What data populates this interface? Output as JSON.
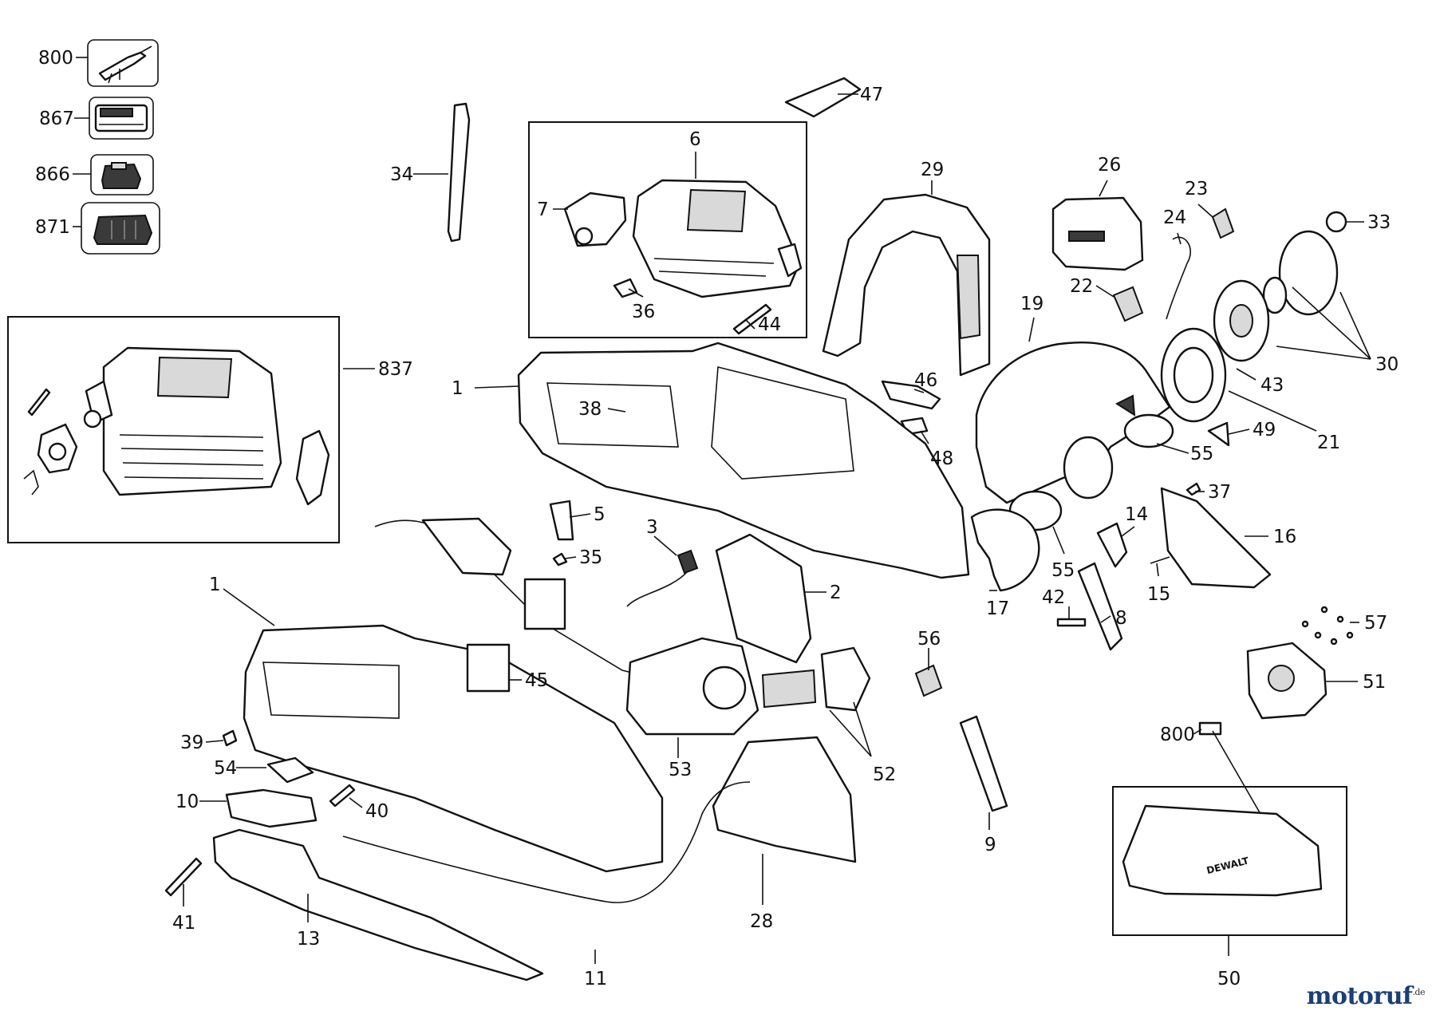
{
  "labels": {
    "l800a": "800",
    "l867": "867",
    "l866": "866",
    "l871": "871",
    "l837": "837",
    "l34": "34",
    "l6": "6",
    "l7": "7",
    "l36": "36",
    "l44": "44",
    "l47": "47",
    "l29": "29",
    "l26": "26",
    "l23": "23",
    "l24": "24",
    "l33": "33",
    "l22": "22",
    "l19": "19",
    "l30": "30",
    "l43": "43",
    "l21": "21",
    "l1a": "1",
    "l38": "38",
    "l46": "46",
    "l48": "48",
    "l55a": "55",
    "l49": "49",
    "l5": "5",
    "l35": "35",
    "l3": "3",
    "l2": "2",
    "l14": "14",
    "l37": "37",
    "l16": "16",
    "l55b": "55",
    "l17": "17",
    "l42": "42",
    "l8": "8",
    "l15": "15",
    "l1b": "1",
    "l45": "45",
    "l56": "56",
    "l57": "57",
    "l51": "51",
    "l39": "39",
    "l54": "54",
    "l53": "53",
    "l52": "52",
    "l10": "10",
    "l40": "40",
    "l800b": "800",
    "l9": "9",
    "l41": "41",
    "l13": "13",
    "l28": "28",
    "l11": "11",
    "l50": "50"
  },
  "brand": {
    "housing": "DEWALT"
  },
  "watermark": {
    "main": "motoruf",
    "sup": ".de"
  },
  "colors": {
    "line": "#111111",
    "watermark_blue": "#1a3f7a",
    "watermark_orange": "#e0a010"
  }
}
